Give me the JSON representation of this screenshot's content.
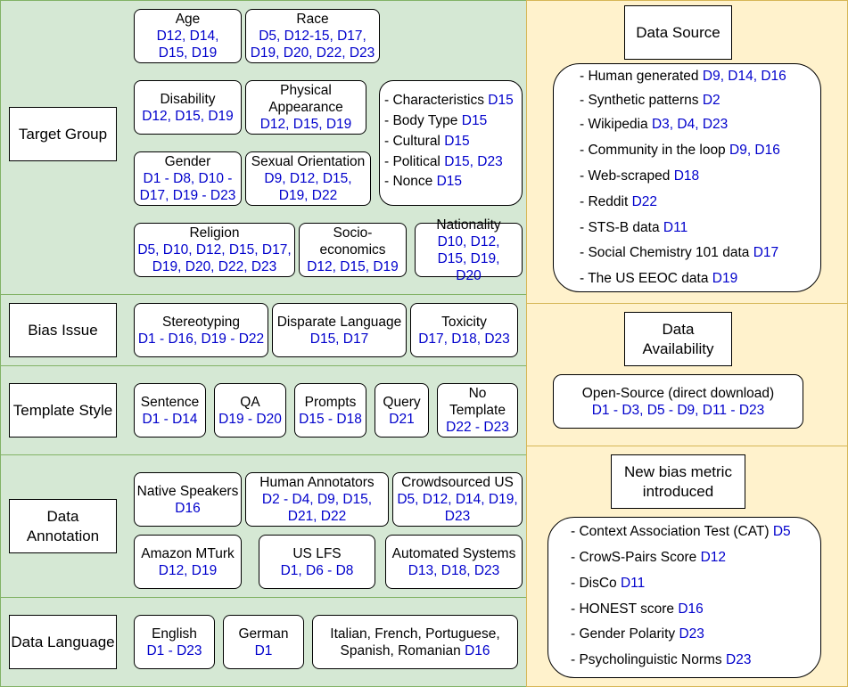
{
  "target_group": {
    "label": "Target Group",
    "boxes": [
      {
        "title": "Age",
        "codes": "D12, D14, D15, D19"
      },
      {
        "title": "Race",
        "codes": "D5, D12-15, D17, D19, D20, D22, D23"
      },
      {
        "title": "Disability",
        "codes": "D12, D15, D19"
      },
      {
        "title": "Physical Appearance",
        "codes": "D12, D15, D19"
      },
      {
        "title": "Gender",
        "codes": "D1 - D8, D10 - D17, D19 - D23"
      },
      {
        "title": "Sexual Orientation",
        "codes": "D9, D12, D15, D19, D22"
      },
      {
        "title": "Religion",
        "codes": "D5, D10, D12, D15, D17, D19, D20, D22, D23"
      },
      {
        "title": "Socio-economics",
        "codes": "D12, D15, D19"
      },
      {
        "title": "Nationality",
        "codes": "D10, D12, D15, D19, D20"
      }
    ],
    "other_list": [
      {
        "text": "- Characteristics",
        "codes": "D15"
      },
      {
        "text": "- Body Type",
        "codes": "D15"
      },
      {
        "text": "- Cultural",
        "codes": "D15"
      },
      {
        "text": "- Political",
        "codes": "D15, D23"
      },
      {
        "text": "- Nonce",
        "codes": "D15"
      }
    ]
  },
  "bias_issue": {
    "label": "Bias Issue",
    "boxes": [
      {
        "title": "Stereotyping",
        "codes": "D1 - D16, D19 - D22"
      },
      {
        "title": "Disparate Language",
        "codes": "D15, D17"
      },
      {
        "title": "Toxicity",
        "codes": "D17, D18, D23"
      }
    ]
  },
  "template_style": {
    "label": "Template Style",
    "boxes": [
      {
        "title": "Sentence",
        "codes": "D1 - D14"
      },
      {
        "title": "QA",
        "codes": "D19 - D20"
      },
      {
        "title": "Prompts",
        "codes": "D15 - D18"
      },
      {
        "title": "Query",
        "codes": "D21"
      },
      {
        "title": "No Template",
        "codes": "D22 - D23"
      }
    ]
  },
  "data_annotation": {
    "label": "Data Annotation",
    "boxes": [
      {
        "title": "Native Speakers",
        "codes": "D16"
      },
      {
        "title": "Human Annotators",
        "codes": "D2 - D4, D9, D15, D21, D22"
      },
      {
        "title": "Crowdsourced US",
        "codes": "D5, D12, D14, D19, D23"
      },
      {
        "title": "Amazon MTurk",
        "codes": "D12, D19"
      },
      {
        "title": "US LFS",
        "codes": "D1, D6 - D8"
      },
      {
        "title": "Automated Systems",
        "codes": "D13, D18, D23"
      }
    ]
  },
  "data_language": {
    "label": "Data Language",
    "boxes": [
      {
        "title": "English",
        "codes": "D1 - D23"
      },
      {
        "title": "German",
        "codes": "D1"
      },
      {
        "title": "Italian, French, Portuguese, Spanish, Romanian",
        "codes": "D16"
      }
    ]
  },
  "data_source": {
    "label": "Data Source",
    "items": [
      {
        "text": "- Human generated",
        "codes": "D9, D14, D16"
      },
      {
        "text": "- Synthetic patterns",
        "codes": "D2"
      },
      {
        "text": "- Wikipedia",
        "codes": "D3, D4, D23"
      },
      {
        "text": "- Community in the loop",
        "codes": "D9, D16"
      },
      {
        "text": "- Web-scraped",
        "codes": "D18"
      },
      {
        "text": "- Reddit",
        "codes": "D22"
      },
      {
        "text": "- STS-B data",
        "codes": "D11"
      },
      {
        "text": "- Social Chemistry 101 data",
        "codes": "D17"
      },
      {
        "text": "- The US EEOC data",
        "codes": "D19"
      }
    ]
  },
  "data_availability": {
    "label": "Data Availability",
    "title": "Open-Source (direct download)",
    "codes": "D1 - D3, D5 - D9, D11 - D23"
  },
  "bias_metric": {
    "label": "New bias metric introduced",
    "items": [
      {
        "text": "- Context Association Test (CAT)",
        "codes": "D5"
      },
      {
        "text": "- CrowS-Pairs Score",
        "codes": "D12"
      },
      {
        "text": "- DisCo",
        "codes": "D11"
      },
      {
        "text": "- HONEST score",
        "codes": "D16"
      },
      {
        "text": "- Gender Polarity",
        "codes": "D23"
      },
      {
        "text": "- Psycholinguistic Norms",
        "codes": "D23"
      }
    ]
  },
  "colors": {
    "green_fill": "#d5e8d4",
    "green_border": "#82b366",
    "yellow_fill": "#fff2cc",
    "yellow_border": "#d6b656",
    "code_blue": "#0000cc"
  }
}
